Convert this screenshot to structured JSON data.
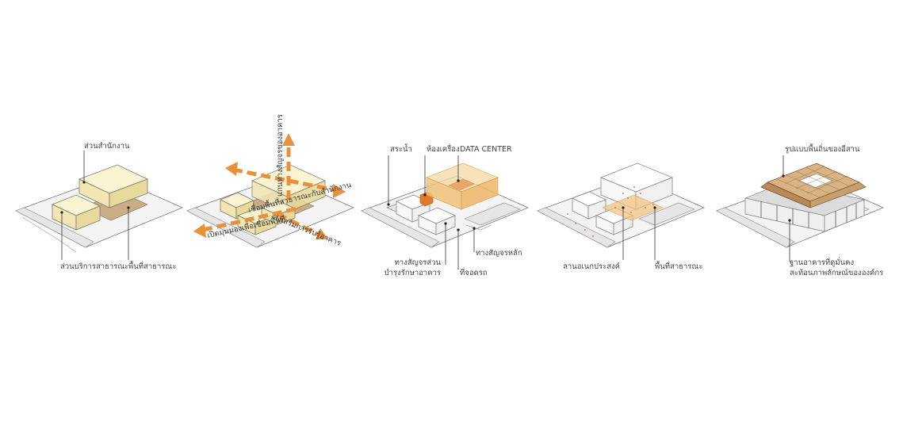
{
  "diagrams": [
    {
      "id": "massing",
      "labels": {
        "office": "ส่วนสำนักงาน",
        "public_service": "ส่วนบริการสาธารณะ",
        "public_area": "พื้นที่สาธารณะ"
      }
    },
    {
      "id": "connections",
      "labels": {
        "vertical_axis": "แกนทางสัญจรของอาคาร",
        "office_link": "เชื่อมพื้นที่สาธารณะกับสำนักงาน",
        "open_to_outside": "เปิดมุมมองเพื่อเชื่อมพื้นที่",
        "service_link": "ส่งเสริมการรับรู้อาคาร"
      }
    },
    {
      "id": "program",
      "labels": {
        "pond": "สระน้ำ",
        "machine_room": "ห้องเครื่อง",
        "data_center": "DATA CENTER",
        "service_path_line1": "ทางสัญจรส่วน",
        "service_path_line2": "บำรุงรักษาอาคาร",
        "main_path": "ทางสัญจรหลัก",
        "parking": "ที่จอดรถ"
      }
    },
    {
      "id": "courtyard",
      "labels": {
        "multipurpose": "ลานอเนกประสงค์",
        "public_area": "พื้นที่สาธารณะ"
      }
    },
    {
      "id": "roof",
      "labels": {
        "roof_form": "รูปแบบพื้นถิ่นของอีสาน",
        "base_line1": "ฐานอาคารที่ดูมั่นคง",
        "base_line2": "สะท้อนภาพลักษณ์ขององค์กร"
      }
    }
  ],
  "colors": {
    "cream_block": "#fbf4d2",
    "plaza": "#c9ad86",
    "accent_orange": "#e8913a",
    "roof": "#d9b383"
  }
}
